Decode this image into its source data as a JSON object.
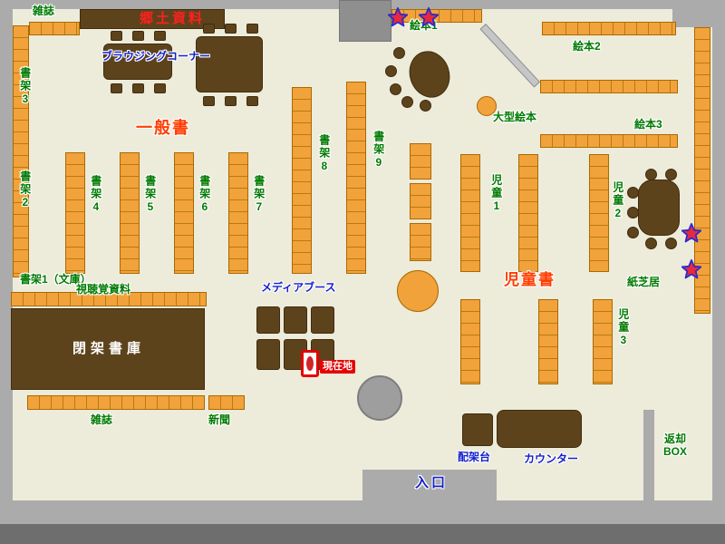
{
  "labels": {
    "magazines_top": "雑誌",
    "local_materials": "郷土資料",
    "browsing_corner": "ブラウジングコーナー",
    "shelf_3": "書架3",
    "shelf_2": "書架2",
    "general_books": "一般書",
    "shelf_4": "書架4",
    "shelf_5": "書架5",
    "shelf_6": "書架6",
    "shelf_7": "書架7",
    "shelf_8": "書架8",
    "shelf_9": "書架9",
    "picture_books_1": "絵本1",
    "picture_books_2": "絵本2",
    "picture_books_3": "絵本3",
    "large_picture_books": "大型絵本",
    "children_1": "児童1",
    "children_2": "児童2",
    "children_3": "児童3",
    "children_books": "児童書",
    "kamishibai": "紙芝居",
    "shelf_1_bunko": "書架1（文庫）",
    "audiovisual": "視聴覚資料",
    "media_booth": "メディアブース",
    "closed_stacks": "閉架書庫",
    "current_location": "現在地",
    "magazines_bottom": "雑誌",
    "newspapers": "新聞",
    "book_cart_table": "配架台",
    "counter": "カウンター",
    "return_box_line1": "返却",
    "return_box_line2": "BOX",
    "entrance": "入口"
  },
  "colors": {
    "floor": "#EDEBDA",
    "wall": "#ABABAB",
    "wall_dark": "#6E6E6E",
    "shelf_orange": "#F2A23B",
    "shelf_border": "#A96A00",
    "wood_brown": "#5D431C",
    "label_green": "#007A00",
    "label_red": "#FF3C00",
    "label_blue": "#1420CC",
    "current_location_red": "#E60000",
    "star_fill": "#E8283C",
    "star_outline": "#2A2AD0"
  }
}
